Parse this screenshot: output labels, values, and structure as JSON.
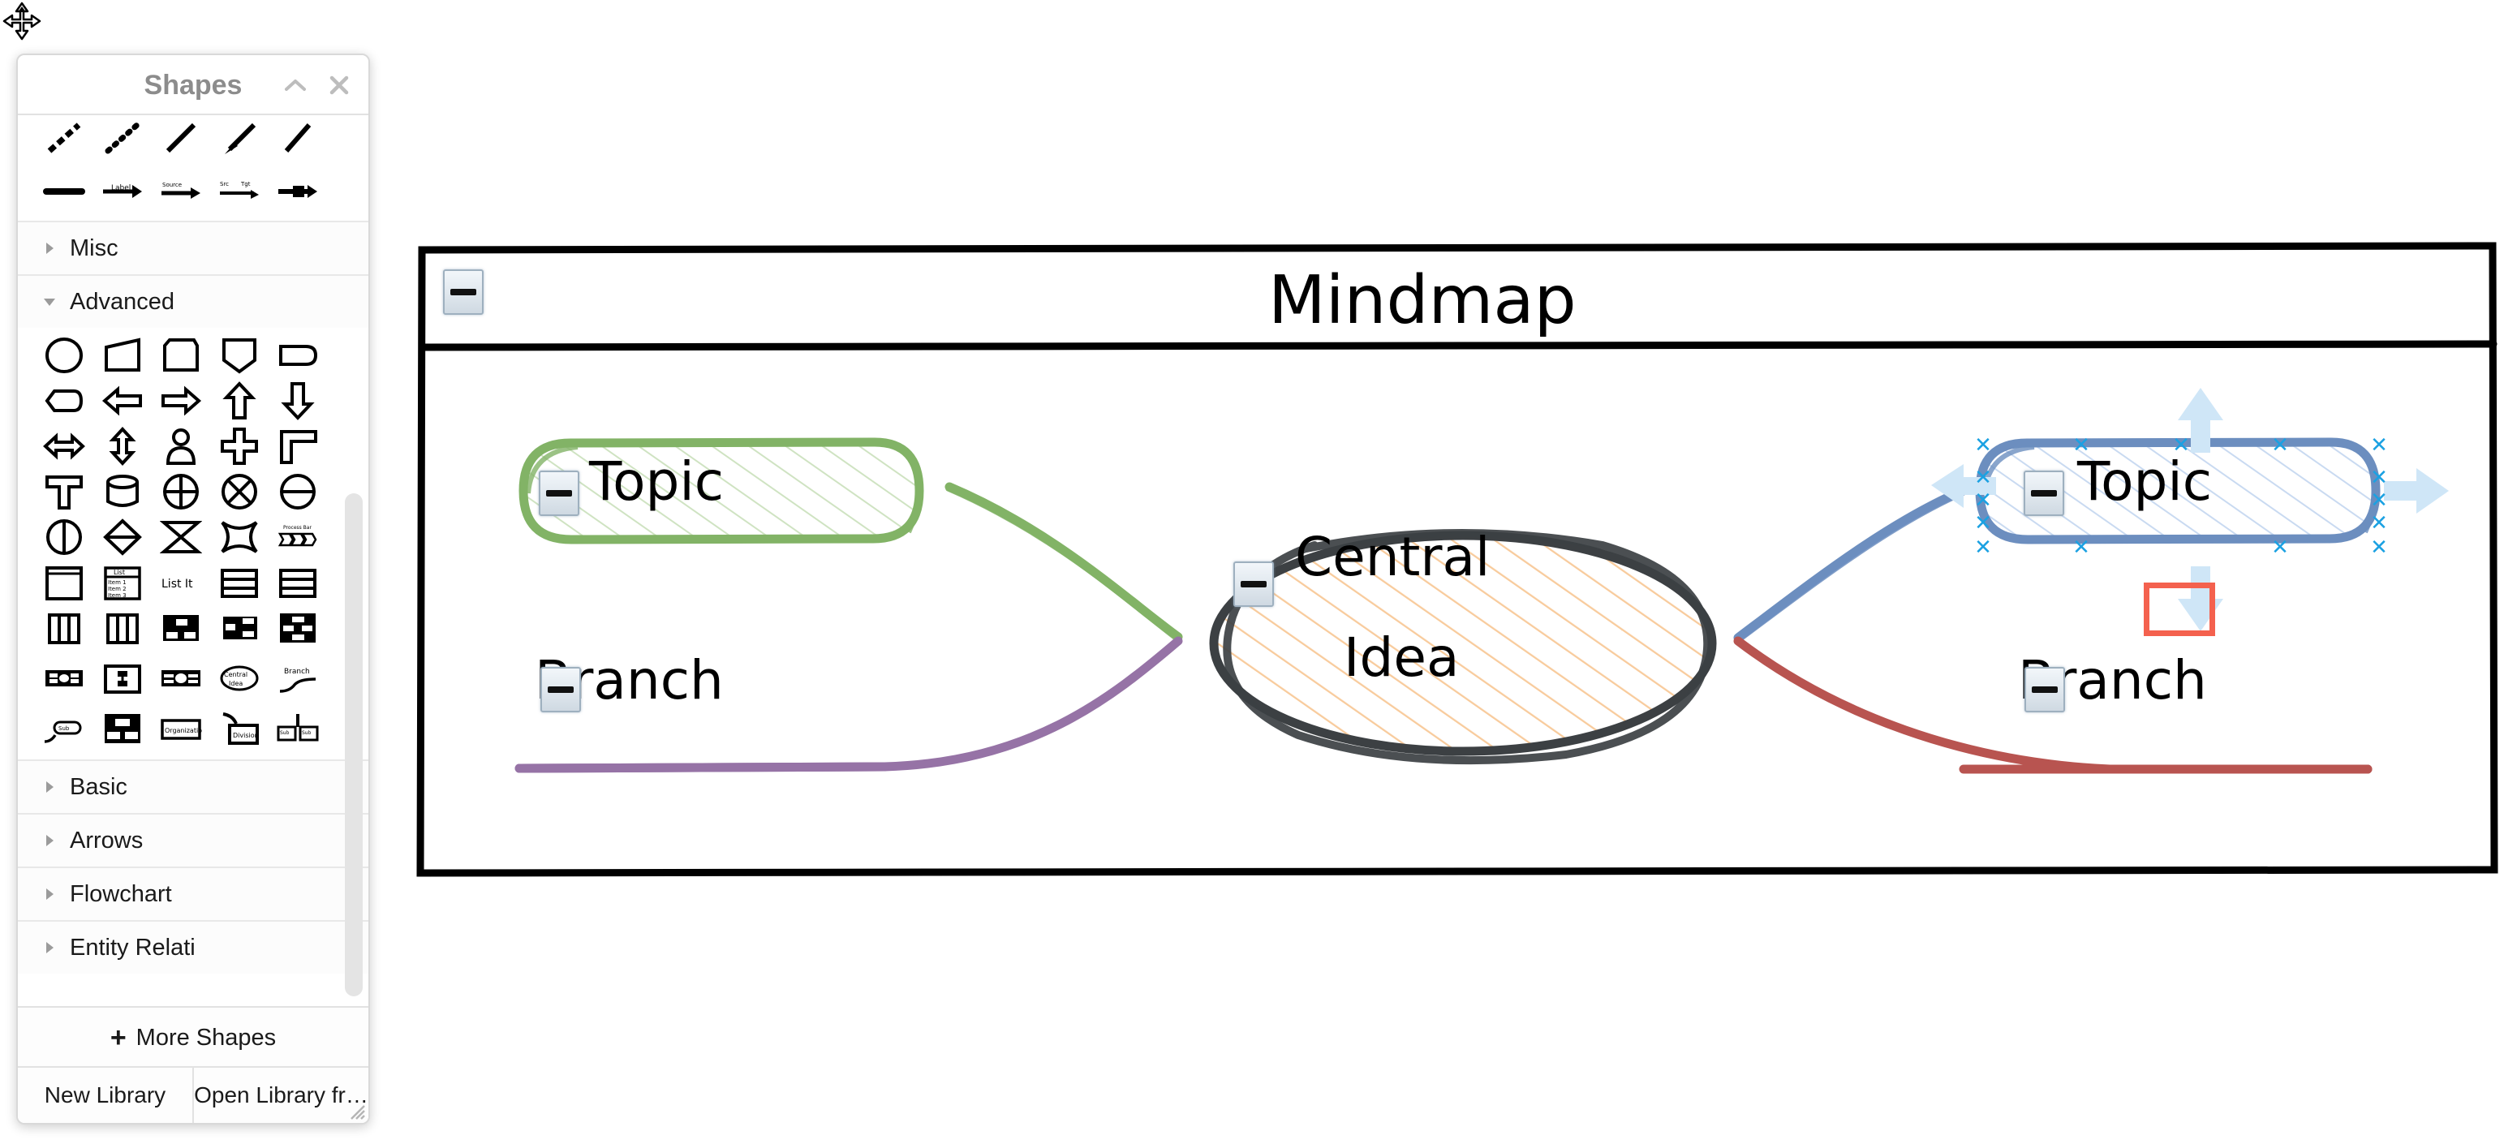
{
  "panel": {
    "title": "Shapes",
    "collapse_icon": "chevron-up-icon",
    "close_icon": "close-icon",
    "sections": [
      {
        "label": "Misc",
        "expanded": false
      },
      {
        "label": "Advanced",
        "expanded": true
      },
      {
        "label": "Basic",
        "expanded": false
      },
      {
        "label": "Arrows",
        "expanded": false
      },
      {
        "label": "Flowchart",
        "expanded": false
      },
      {
        "label": "Entity Relati",
        "expanded": false
      }
    ],
    "more_shapes": "More Shapes",
    "more_shapes_plus": "+",
    "footer": {
      "new_library": "New Library",
      "open_library": "Open Library fr…"
    },
    "selected_shape_name": "mindmap-shape",
    "selection_color": "#f4614e"
  },
  "mindmap": {
    "title": "Mindmap",
    "nodes": [
      {
        "name": "topic-left",
        "label": "Topic",
        "color": "#82b366",
        "fill_hatch": "#cfe3c2",
        "shape": "rounded-rect"
      },
      {
        "name": "branch-left",
        "label": "Branch",
        "color": "#9673a6",
        "shape": "underline"
      },
      {
        "name": "central-idea",
        "label_line1": "Central",
        "label_line2": "Idea",
        "color": "#3c4043",
        "fill_hatch": "#f8cb9c",
        "shape": "ellipse"
      },
      {
        "name": "topic-right",
        "label": "Topic",
        "color": "#6c8ebf",
        "fill_hatch": "#c5d6ee",
        "shape": "rounded-rect",
        "selected": true
      },
      {
        "name": "branch-right",
        "label": "Branch",
        "color": "#b85450",
        "shape": "underline"
      }
    ],
    "connectors": [
      {
        "name": "connector-topic-left",
        "color": "#82b366"
      },
      {
        "name": "connector-branch-left",
        "color": "#9673a6"
      },
      {
        "name": "connector-topic-right",
        "color": "#6c8ebf"
      },
      {
        "name": "connector-branch-right",
        "color": "#b85450"
      }
    ],
    "collapse_badge_icon": "minus-icon",
    "selection": {
      "handle_icon": "x-handle-icon",
      "handle_color": "#1ba1e2",
      "arrow_color": "#cfe6f7",
      "directional_arrows": [
        "up",
        "down",
        "left",
        "right"
      ],
      "cursor": "move-cursor",
      "highlight_color": "#f4614e"
    }
  }
}
